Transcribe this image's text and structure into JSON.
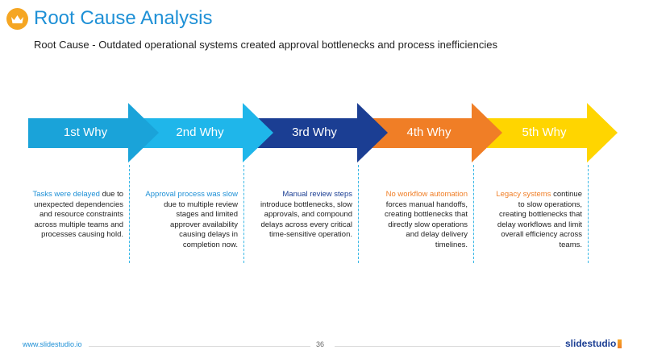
{
  "header": {
    "title": "Root Cause Analysis",
    "subtitle": "Root Cause - Outdated operational systems created approval bottlenecks and process inefficiencies",
    "logo_icon": "crown-icon"
  },
  "whys": [
    {
      "label": "1st Why",
      "color": "#1AA3D9",
      "highlight": "Tasks were delayed",
      "text": " due to unexpected dependencies and resource constraints across multiple teams and processes causing hold."
    },
    {
      "label": "2nd Why",
      "color": "#1FB6EA",
      "highlight": "Approval process was slow",
      "text": " due to multiple review stages and limited approver availability causing delays in completion now."
    },
    {
      "label": "3rd Why",
      "color": "#1B3E93",
      "highlight": "Manual review steps",
      "text": " introduce bottlenecks, slow approvals, and compound delays across every critical time-sensitive operation."
    },
    {
      "label": "4th Why",
      "color": "#F07E26",
      "highlight": "No workflow automation",
      "text": " forces manual handoffs, creating bottlenecks that directly slow operations and delay delivery timelines."
    },
    {
      "label": "5th Why",
      "color": "#FFD500",
      "highlight": "Legacy systems",
      "text": " continue to slow operations, creating bottlenecks that delay workflows and limit overall efficiency across teams."
    }
  ],
  "footer": {
    "url": "www.slidestudio.io",
    "page": "36",
    "brand": "slidestudio"
  }
}
